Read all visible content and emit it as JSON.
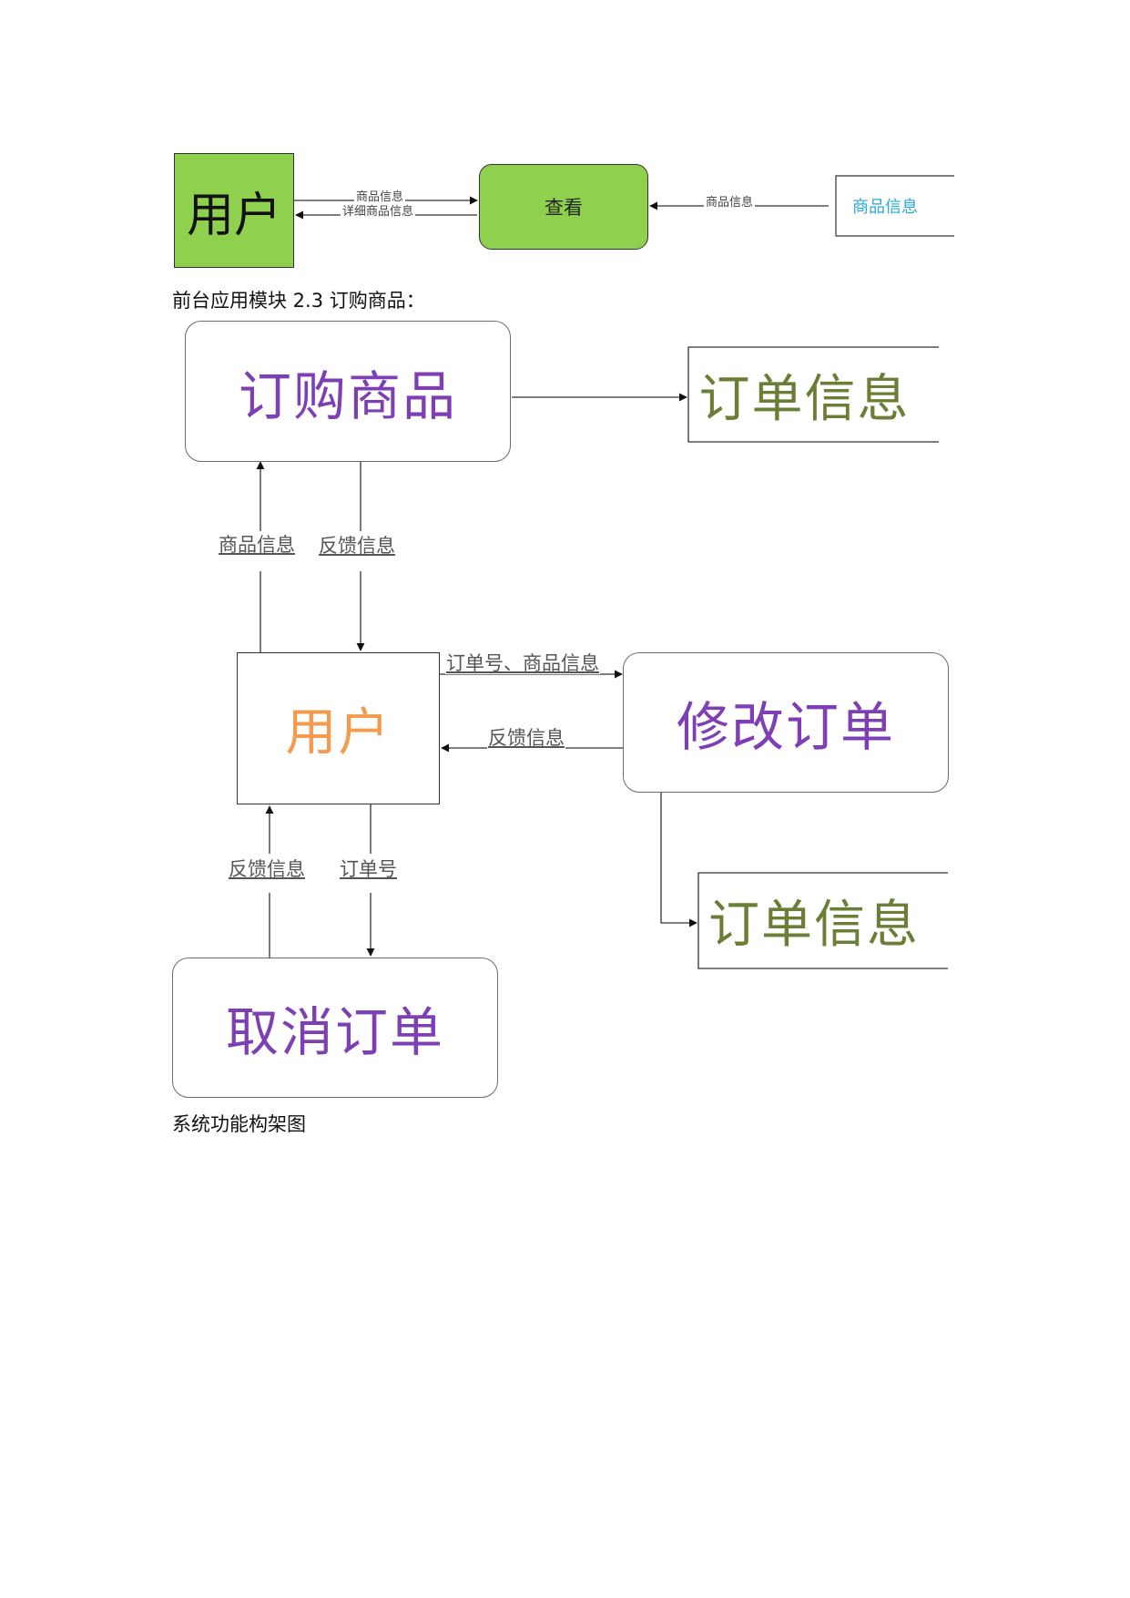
{
  "diagram1": {
    "user_label": "用户",
    "process_label": "查看",
    "store_label": "商品信息",
    "flow_user_to_view": "商品信息",
    "flow_view_to_user": "详细商品信息",
    "flow_store_to_view": "商品信息"
  },
  "captions": {
    "section_heading": "前台应用模块 2.3 订购商品：",
    "figure_caption": "系统功能构架图"
  },
  "diagram2": {
    "order_goods": "订购商品",
    "order_info_top": "订单信息",
    "user": "用户",
    "modify_order": "修改订单",
    "order_info_bottom": "订单信息",
    "cancel_order": "取消订单",
    "flow_goods_info": "商品信息",
    "flow_feedback_top": "反馈信息",
    "flow_order_no_goods": "订单号、商品信息",
    "flow_feedback_modify": "反馈信息",
    "flow_feedback_cancel": "反馈信息",
    "flow_order_no": "订单号"
  },
  "colors": {
    "green_fill": "#8fd14f",
    "purple_text": "#7f3fb4",
    "olive_text": "#6a7f35",
    "orange_text": "#f39a4c",
    "cyan_text": "#29a9d4"
  }
}
